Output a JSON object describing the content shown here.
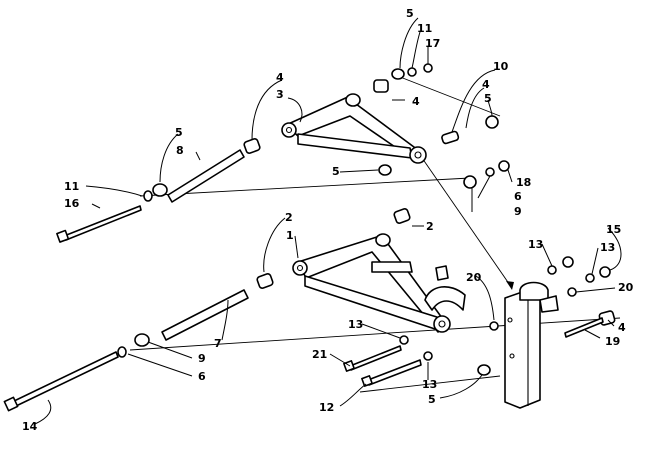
{
  "callouts": {
    "c5_top": "5",
    "c11_top": "11",
    "c17": "17",
    "c10": "10",
    "c4_top_left": "4",
    "c4_mid": "4",
    "c4_right": "4",
    "c5_right": "5",
    "c3": "3",
    "c5_left": "5",
    "c8": "8",
    "c5_center": "5",
    "c18": "18",
    "c6_right": "6",
    "c9_right": "9",
    "c11_left": "11",
    "c16": "16",
    "c2_left": "2",
    "c2_right": "2",
    "c1": "1",
    "c13_a": "13",
    "c15": "15",
    "c13_b": "13",
    "c20_right": "20",
    "c20_left": "20",
    "c7": "7",
    "c9_left": "9",
    "c6_left": "6",
    "c13_c": "13",
    "c21": "21",
    "c13_d": "13",
    "c12": "12",
    "c5_bottom": "5",
    "c4_bottom": "4",
    "c19": "19",
    "c14": "14"
  }
}
